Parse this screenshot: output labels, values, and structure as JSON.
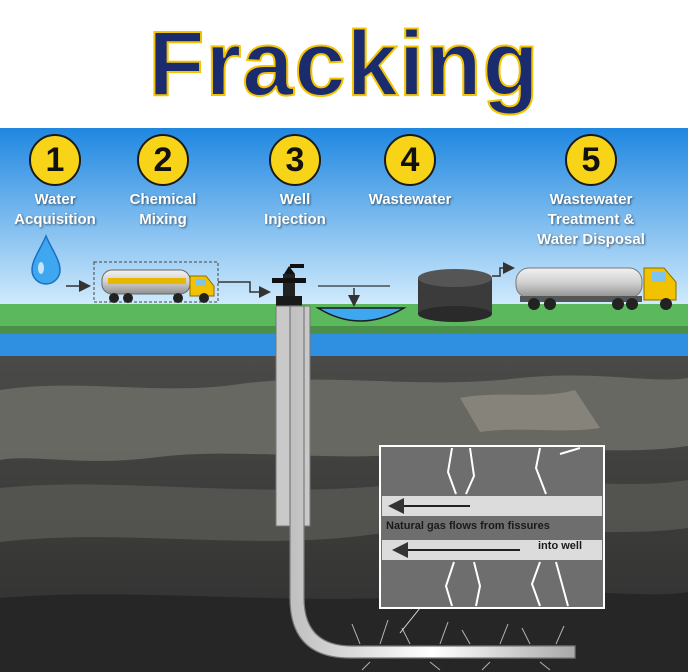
{
  "title": "Fracking",
  "steps": [
    {
      "number": "1",
      "label": "Water\nAcquisition"
    },
    {
      "number": "2",
      "label": "Chemical\nMixing"
    },
    {
      "number": "3",
      "label": "Well\nInjection"
    },
    {
      "number": "4",
      "label": "Wastewater"
    },
    {
      "number": "5",
      "label": "Wastewater\nTreatment &\nWater Disposal"
    }
  ],
  "inset": {
    "line1": "Natural gas flows from fissures",
    "line2": "into well"
  },
  "colors": {
    "title_fill": "#1a2c6e",
    "title_outline": "#f5c400",
    "sky": "#3d9be9",
    "grass": "#5cb85c",
    "aquifer": "#2f8fe0",
    "rock_dark": "#3d3d3d",
    "rock_light": "#7a7a72",
    "step_circle": "#f7d417",
    "truck_cab": "#f2c200",
    "tank": "#c9c9c9"
  },
  "icons": [
    "water-drop-icon",
    "chemical-truck-icon",
    "wellhead-icon",
    "wastewater-pit-icon",
    "storage-tank-icon",
    "tanker-truck-icon"
  ]
}
